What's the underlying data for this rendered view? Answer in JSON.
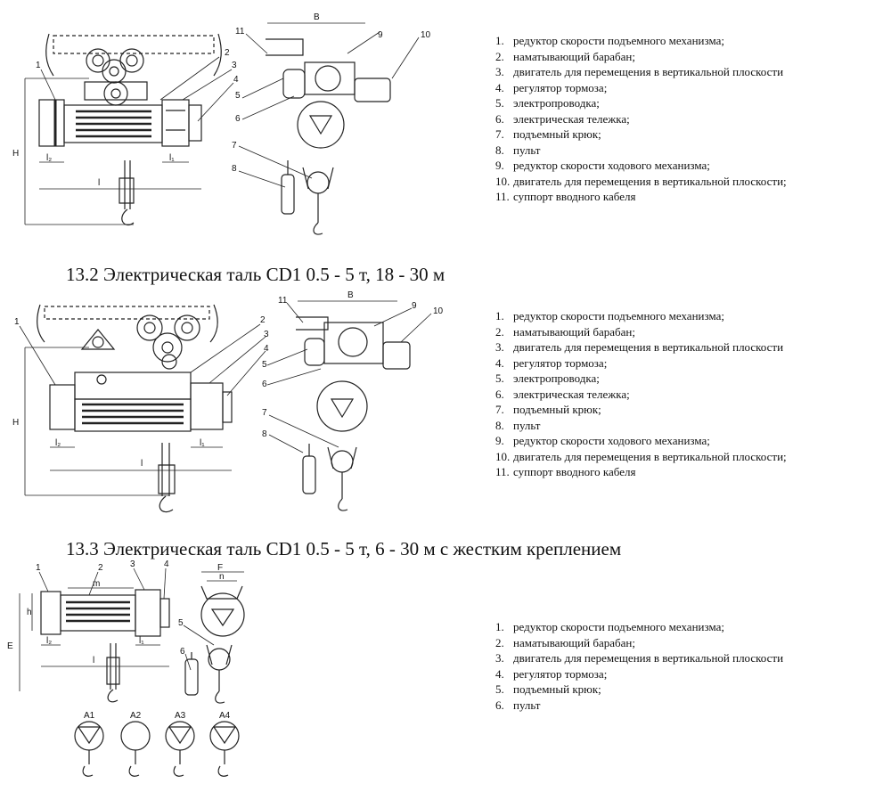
{
  "section1": {
    "dimension_labels": {
      "B": "B",
      "H": "H",
      "l": "l",
      "l1": "l₁",
      "l2": "l₂"
    },
    "callouts": [
      "1",
      "2",
      "3",
      "4",
      "5",
      "6",
      "7",
      "8",
      "9",
      "10",
      "11"
    ],
    "legend": [
      {
        "num": "1.",
        "text": "редуктор скорости подъемного механизма;"
      },
      {
        "num": "2.",
        "text": "наматывающий барабан;"
      },
      {
        "num": "3.",
        "text": "двигатель для перемещения в вертикальной плоскости"
      },
      {
        "num": "4.",
        "text": "регулятор тормоза;"
      },
      {
        "num": "5.",
        "text": "электропроводка;"
      },
      {
        "num": "6.",
        "text": "электрическая тележка;"
      },
      {
        "num": "7.",
        "text": "подъемный крюк;"
      },
      {
        "num": "8.",
        "text": "пульт"
      },
      {
        "num": "9.",
        "text": "редуктор скорости ходового механизма;"
      },
      {
        "num": "10.",
        "text": "двигатель для перемещения в вертикальной плоскости;"
      },
      {
        "num": "11.",
        "text": "суппорт вводного кабеля"
      }
    ]
  },
  "section2": {
    "title": "13.2 Электрическая таль CD1 0.5 - 5 т, 18 - 30 м",
    "dimension_labels": {
      "B": "B",
      "H": "H",
      "l": "l",
      "l1": "l₁",
      "l2": "l₂"
    },
    "callouts": [
      "1",
      "2",
      "3",
      "4",
      "5",
      "6",
      "7",
      "8",
      "9",
      "10",
      "11"
    ],
    "legend": [
      {
        "num": "1.",
        "text": "редуктор скорости подъемного механизма;"
      },
      {
        "num": "2.",
        "text": "наматывающий барабан;"
      },
      {
        "num": "3.",
        "text": "двигатель для перемещения в вертикальной плоскости"
      },
      {
        "num": "4.",
        "text": "регулятор тормоза;"
      },
      {
        "num": "5.",
        "text": "электропроводка;"
      },
      {
        "num": "6.",
        "text": "электрическая тележка;"
      },
      {
        "num": "7.",
        "text": "подъемный крюк;"
      },
      {
        "num": "8.",
        "text": "пульт"
      },
      {
        "num": "9.",
        "text": "редуктор скорости ходового механизма;"
      },
      {
        "num": "10.",
        "text": "двигатель для перемещения в вертикальной плоскости;"
      },
      {
        "num": "11.",
        "text": "суппорт вводного кабеля"
      }
    ]
  },
  "section3": {
    "title": "13.3 Электрическая таль CD1 0.5 - 5 т, 6 - 30 м с жестким креплением",
    "dimension_labels": {
      "E": "E",
      "F": "F",
      "h": "h",
      "l": "l",
      "l1": "l₁",
      "l2": "l₂",
      "m": "m",
      "n": "n"
    },
    "callouts": [
      "1",
      "2",
      "3",
      "4",
      "5",
      "6"
    ],
    "variants": [
      "A1",
      "A2",
      "A3",
      "A4"
    ],
    "legend": [
      {
        "num": "1.",
        "text": "редуктор скорости подъемного механизма;"
      },
      {
        "num": "2.",
        "text": "наматывающий барабан;"
      },
      {
        "num": "3.",
        "text": "двигатель для перемещения в вертикальной плоскости"
      },
      {
        "num": "4.",
        "text": "регулятор тормоза;"
      },
      {
        "num": "5.",
        "text": "подъемный крюк;"
      },
      {
        "num": "6.",
        "text": "пульт"
      }
    ]
  }
}
